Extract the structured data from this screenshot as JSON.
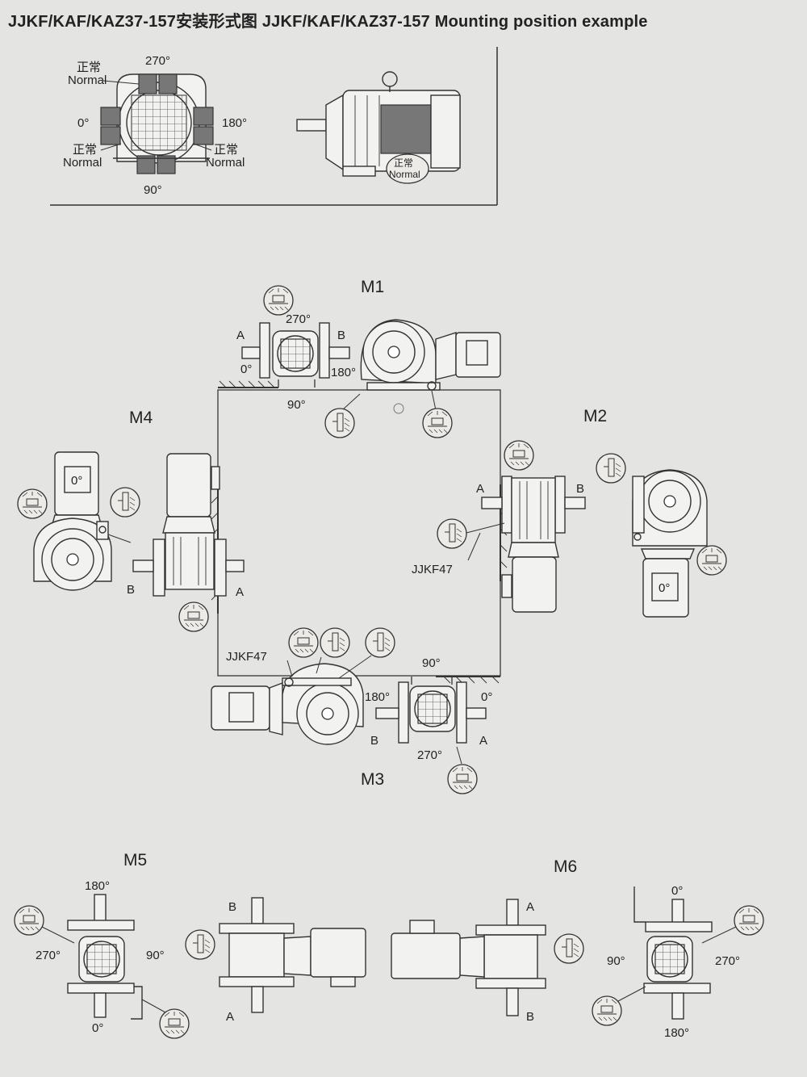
{
  "title": "JJKF/KAF/KAZ37-157安装形式图  JJKF/KAF/KAZ37-157 Mounting position example",
  "colors": {
    "paper": "#e4e4e2",
    "ink": "#222222",
    "fill_dark": "#777777"
  },
  "top_example": {
    "angles": {
      "a270": "270°",
      "a0": "0°",
      "a180": "180°",
      "a90": "90°"
    },
    "normal_cn": "正常",
    "normal_en": "Normal"
  },
  "positions": {
    "m1": {
      "name": "M1",
      "a270": "270°",
      "a0": "0°",
      "a180": "180°",
      "a90": "90°",
      "side_a": "A",
      "side_b": "B"
    },
    "m2": {
      "name": "M2",
      "angle": "0°",
      "side_a": "A",
      "side_b": "B",
      "model": "JJKF47"
    },
    "m3": {
      "name": "M3",
      "a90": "90°",
      "a180": "180°",
      "a0": "0°",
      "a270": "270°",
      "side_a": "A",
      "side_b": "B",
      "model": "JJKF47"
    },
    "m4": {
      "name": "M4",
      "angle": "0°",
      "side_a": "A",
      "side_b": "B"
    },
    "m5": {
      "name": "M5",
      "a180": "180°",
      "a270": "270°",
      "a90": "90°",
      "a0": "0°",
      "side_a": "A",
      "side_b": "B"
    },
    "m6": {
      "name": "M6",
      "a0": "0°",
      "a90": "90°",
      "a270": "270°",
      "a180": "180°",
      "side_a": "A",
      "side_b": "B"
    }
  }
}
